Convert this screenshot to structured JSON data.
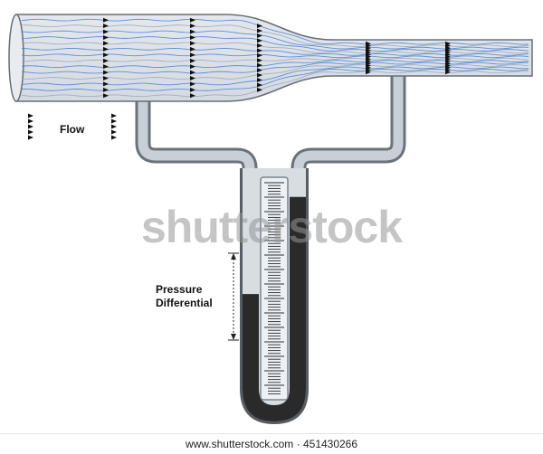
{
  "labels": {
    "flow": "Flow",
    "pressure_line1": "Pressure",
    "pressure_line2": "Differential"
  },
  "watermark": "shutterstock",
  "footer": "www.shutterstock.com · 451430266",
  "manometer": {
    "left_fluid_level": 0.43,
    "right_fluid_level": 0.87
  },
  "colors": {
    "stream_blue": "#4a7fcf",
    "stream_gray": "#9aa6b4",
    "fluid": "#2a2a2a",
    "tube_fill": "#cfd5dc"
  }
}
